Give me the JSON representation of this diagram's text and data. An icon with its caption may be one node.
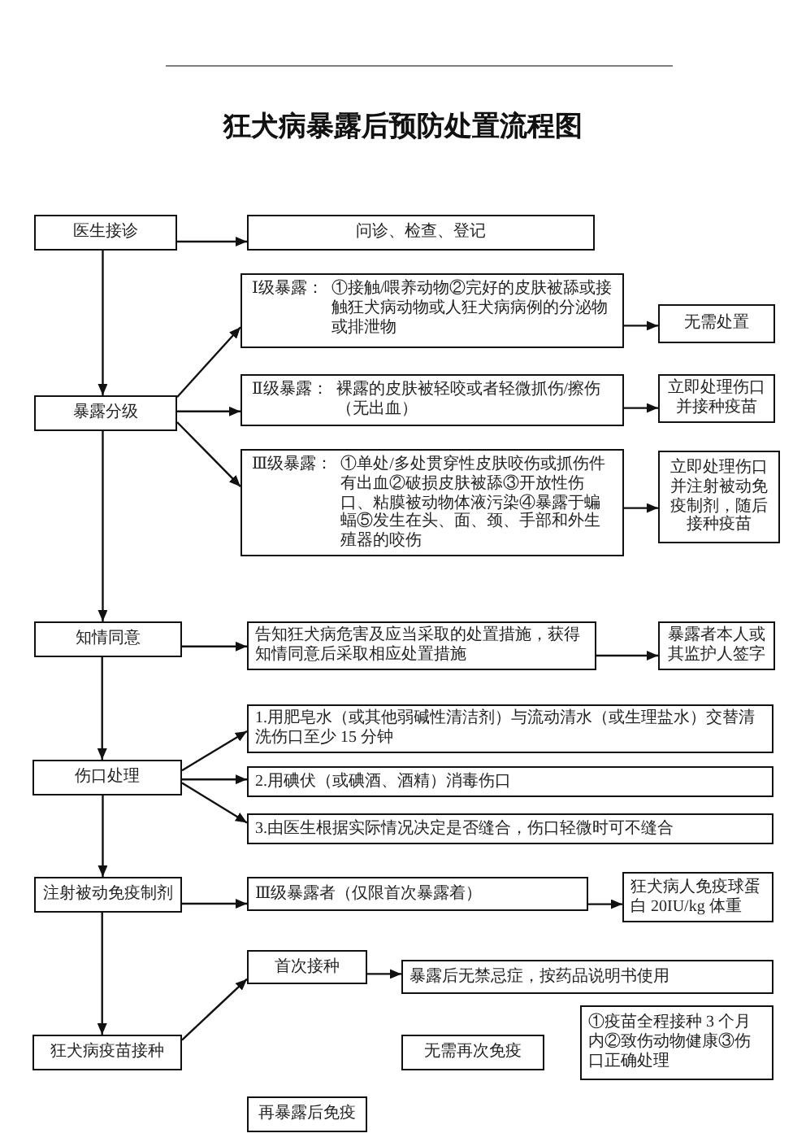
{
  "diagram": {
    "title": "狂犬病暴露后预防处置流程图",
    "nodes": [
      {
        "text": [
          "医生接诊"
        ]
      },
      {
        "text": [
          "问诊、检查、登记"
        ]
      },
      {
        "text": [
          "Ⅰ级暴露：",
          "①接触/喂养动物②完好的皮肤被舔或接触狂犬病动物或人狂犬病病例的分泌物或排泄物"
        ]
      },
      {
        "text": [
          "无需处置"
        ]
      },
      {
        "text": [
          "暴露分级"
        ]
      },
      {
        "text": [
          "Ⅱ级暴露：",
          "裸露的皮肤被轻咬或者轻微抓伤/擦伤（无出血）"
        ]
      },
      {
        "text": [
          "立即处理伤口并接种疫苗"
        ]
      },
      {
        "text": [
          "Ⅲ级暴露：",
          "①单处/多处贯穿性皮肤咬伤或抓伤件有出血②破损皮肤被舔③开放性伤口、粘膜被动物体液污染④暴露于蝙蝠⑤发生在头、面、颈、手部和外生殖器的咬伤"
        ]
      },
      {
        "text": [
          "立即处理伤口并注射被动免疫制剂，随后接种疫苗"
        ]
      },
      {
        "text": [
          "知情同意"
        ]
      },
      {
        "text": [
          "告知狂犬病危害及应当采取的处置措施，获得知情同意后采取相应处置措施"
        ]
      },
      {
        "text": [
          "暴露者本人或其监护人签字"
        ]
      },
      {
        "text": [
          "伤口处理"
        ]
      },
      {
        "text": [
          "1.用肥皂水（或其他弱碱性清洁剂）与流动清水（或生理盐水）交替清洗伤口至少 15 分钟"
        ]
      },
      {
        "text": [
          "2.用碘伏（或碘酒、酒精）消毒伤口"
        ]
      },
      {
        "text": [
          "3.由医生根据实际情况决定是否缝合，伤口轻微时可不缝合"
        ]
      },
      {
        "text": [
          "注射被动免疫制剂"
        ]
      },
      {
        "text": [
          "Ⅲ级暴露者（仅限首次暴露着）"
        ]
      },
      {
        "text": [
          "狂犬病人免疫球蛋白 20IU/kg 体重"
        ]
      },
      {
        "text": [
          "首次接种"
        ]
      },
      {
        "text": [
          "暴露后无禁忌症，按药品说明书使用"
        ]
      },
      {
        "text": [
          "狂犬病疫苗接种"
        ]
      },
      {
        "text": [
          "无需再次免疫"
        ]
      },
      {
        "text": [
          "①疫苗全程接种 3 个月内②致伤动物健康③伤口正确处理"
        ]
      },
      {
        "text": [
          "再暴露后免疫"
        ]
      }
    ],
    "edges": [
      {
        "from": 0,
        "to": 1,
        "arrow": "to"
      },
      {
        "from": 0,
        "to": 4,
        "arrow": "to"
      },
      {
        "from": 4,
        "to": 2,
        "arrow": "to"
      },
      {
        "from": 4,
        "to": 5,
        "arrow": "to"
      },
      {
        "from": 4,
        "to": 7,
        "arrow": "to"
      },
      {
        "from": 2,
        "to": 3,
        "arrow": "to"
      },
      {
        "from": 5,
        "to": 6,
        "arrow": "to"
      },
      {
        "from": 7,
        "to": 8,
        "arrow": "to"
      },
      {
        "from": 4,
        "to": 9,
        "arrow": "to"
      },
      {
        "from": 9,
        "to": 10,
        "arrow": "to"
      },
      {
        "from": 10,
        "to": 11,
        "arrow": "to"
      },
      {
        "from": 9,
        "to": 12,
        "arrow": "to"
      },
      {
        "from": 12,
        "to": 13,
        "arrow": "to"
      },
      {
        "from": 12,
        "to": 14,
        "arrow": "to"
      },
      {
        "from": 12,
        "to": 15,
        "arrow": "to"
      },
      {
        "from": 12,
        "to": 16,
        "arrow": "to"
      },
      {
        "from": 16,
        "to": 17,
        "arrow": "to"
      },
      {
        "from": 17,
        "to": 18,
        "arrow": "to"
      },
      {
        "from": 16,
        "to": 21,
        "arrow": "to"
      },
      {
        "from": 21,
        "to": 19,
        "arrow": "to"
      },
      {
        "from": 19,
        "to": 20,
        "arrow": "to"
      }
    ]
  }
}
